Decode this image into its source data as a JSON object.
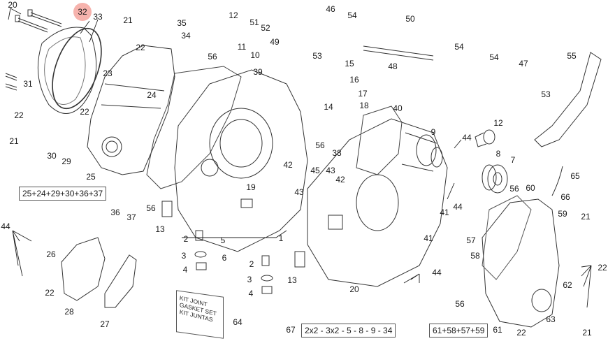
{
  "diagram": {
    "title": "Crankcase exploded parts diagram",
    "highlight_color": "#f6b3ad",
    "highlighted_part": "32",
    "callouts": [
      {
        "id": "c20a",
        "text": "20"
      },
      {
        "id": "c32",
        "text": "32"
      },
      {
        "id": "c33",
        "text": "33"
      },
      {
        "id": "c21a",
        "text": "21"
      },
      {
        "id": "c35",
        "text": "35"
      },
      {
        "id": "c34",
        "text": "34"
      },
      {
        "id": "c22a",
        "text": "22"
      },
      {
        "id": "c23",
        "text": "23"
      },
      {
        "id": "c31",
        "text": "31"
      },
      {
        "id": "c24",
        "text": "24"
      },
      {
        "id": "c22b",
        "text": "22"
      },
      {
        "id": "c22c",
        "text": "22"
      },
      {
        "id": "c21b",
        "text": "21"
      },
      {
        "id": "c30",
        "text": "30"
      },
      {
        "id": "c29",
        "text": "29"
      },
      {
        "id": "c25",
        "text": "25"
      },
      {
        "id": "c36",
        "text": "36"
      },
      {
        "id": "c37",
        "text": "37"
      },
      {
        "id": "c56a",
        "text": "56"
      },
      {
        "id": "c13a",
        "text": "13"
      },
      {
        "id": "c12a",
        "text": "12"
      },
      {
        "id": "c51",
        "text": "51"
      },
      {
        "id": "c52",
        "text": "52"
      },
      {
        "id": "c49",
        "text": "49"
      },
      {
        "id": "c46",
        "text": "46"
      },
      {
        "id": "c54a",
        "text": "54"
      },
      {
        "id": "c53a",
        "text": "53"
      },
      {
        "id": "c50",
        "text": "50"
      },
      {
        "id": "c48",
        "text": "48"
      },
      {
        "id": "c54b",
        "text": "54"
      },
      {
        "id": "c54c",
        "text": "54"
      },
      {
        "id": "c47",
        "text": "47"
      },
      {
        "id": "c53b",
        "text": "53"
      },
      {
        "id": "c55",
        "text": "55"
      },
      {
        "id": "c11",
        "text": "11"
      },
      {
        "id": "c10",
        "text": "10"
      },
      {
        "id": "c56b",
        "text": "56"
      },
      {
        "id": "c39",
        "text": "39"
      },
      {
        "id": "c15",
        "text": "15"
      },
      {
        "id": "c16",
        "text": "16"
      },
      {
        "id": "c17",
        "text": "17"
      },
      {
        "id": "c18",
        "text": "18"
      },
      {
        "id": "c14",
        "text": "14"
      },
      {
        "id": "c40",
        "text": "40"
      },
      {
        "id": "c9",
        "text": "9"
      },
      {
        "id": "c12b",
        "text": "12"
      },
      {
        "id": "c44a",
        "text": "44"
      },
      {
        "id": "c8",
        "text": "8"
      },
      {
        "id": "c7",
        "text": "7"
      },
      {
        "id": "c56c",
        "text": "56"
      },
      {
        "id": "c38",
        "text": "38"
      },
      {
        "id": "c42a",
        "text": "42"
      },
      {
        "id": "c45",
        "text": "45"
      },
      {
        "id": "c43a",
        "text": "43"
      },
      {
        "id": "c43b",
        "text": "43"
      },
      {
        "id": "c42b",
        "text": "42"
      },
      {
        "id": "c19",
        "text": "19"
      },
      {
        "id": "c65",
        "text": "65"
      },
      {
        "id": "c66",
        "text": "66"
      },
      {
        "id": "c60",
        "text": "60"
      },
      {
        "id": "c56d",
        "text": "56"
      },
      {
        "id": "c44b",
        "text": "44"
      },
      {
        "id": "c41a",
        "text": "41"
      },
      {
        "id": "c41b",
        "text": "41"
      },
      {
        "id": "c59",
        "text": "59"
      },
      {
        "id": "c21c",
        "text": "21"
      },
      {
        "id": "c57",
        "text": "57"
      },
      {
        "id": "c58",
        "text": "58"
      },
      {
        "id": "c1",
        "text": "1"
      },
      {
        "id": "c44c",
        "text": "44"
      },
      {
        "id": "c26",
        "text": "26"
      },
      {
        "id": "c22d",
        "text": "22"
      },
      {
        "id": "c28",
        "text": "28"
      },
      {
        "id": "c27",
        "text": "27"
      },
      {
        "id": "c2a",
        "text": "2"
      },
      {
        "id": "c3a",
        "text": "3"
      },
      {
        "id": "c4a",
        "text": "4"
      },
      {
        "id": "c5",
        "text": "5"
      },
      {
        "id": "c6",
        "text": "6"
      },
      {
        "id": "c2b",
        "text": "2"
      },
      {
        "id": "c3b",
        "text": "3"
      },
      {
        "id": "c4b",
        "text": "4"
      },
      {
        "id": "c13b",
        "text": "13"
      },
      {
        "id": "c20b",
        "text": "20"
      },
      {
        "id": "c44d",
        "text": "44"
      },
      {
        "id": "c56e",
        "text": "56"
      },
      {
        "id": "c22e",
        "text": "22"
      },
      {
        "id": "c62",
        "text": "62"
      },
      {
        "id": "c63",
        "text": "63"
      },
      {
        "id": "c22f",
        "text": "22"
      },
      {
        "id": "c21d",
        "text": "21"
      },
      {
        "id": "c64",
        "text": "64"
      },
      {
        "id": "c67",
        "text": "67"
      },
      {
        "id": "c61",
        "text": "61"
      }
    ],
    "kit_boxes": {
      "left_cover_kit": "25+24+29+30+36+37",
      "gasket_kit": "2x2 - 3x2 - 5 - 8 - 9 - 34",
      "right_cover_kit": "61+58+57+59"
    },
    "gasket_box": {
      "line1": "KIT JOINT",
      "line2": "GASKET SET",
      "line3": "KIT JUNTAS"
    }
  }
}
